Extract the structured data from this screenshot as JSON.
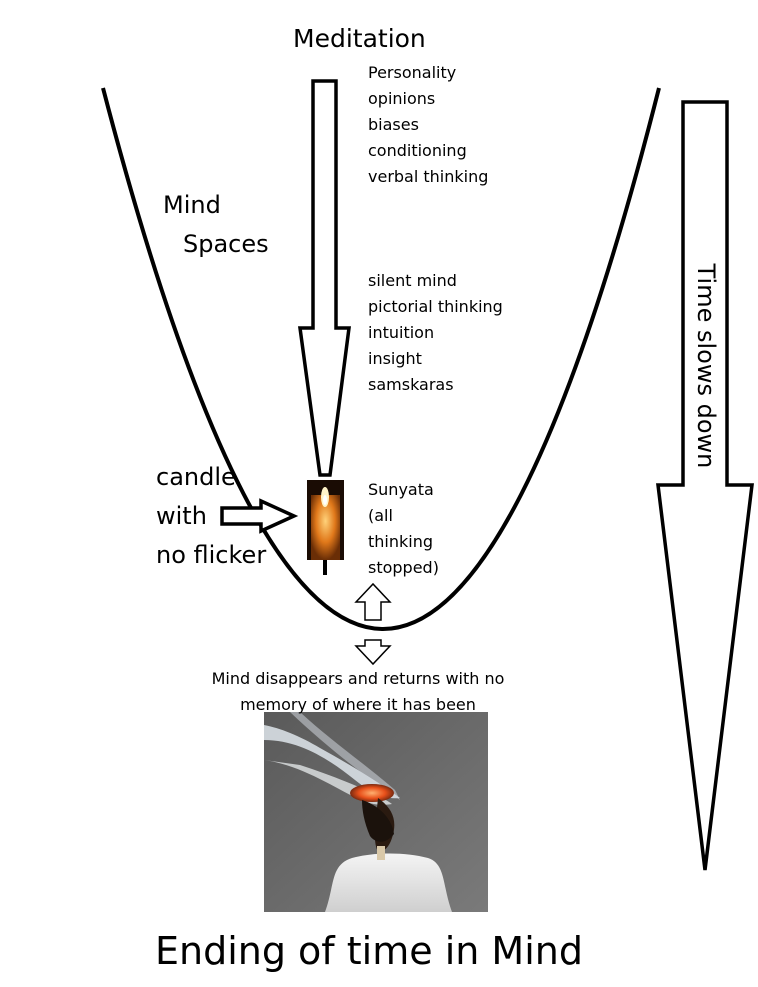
{
  "header": {
    "title": "Meditation"
  },
  "stages": {
    "top": [
      "Personality",
      "opinions",
      "biases",
      "conditioning",
      "verbal thinking"
    ],
    "middle": [
      "silent mind",
      "pictorial thinking",
      "intuition",
      "insight",
      "samskaras"
    ],
    "bottom": [
      "Sunyata",
      "(all",
      "thinking",
      "stopped)"
    ]
  },
  "labels": {
    "mind_line1": "Mind",
    "mind_line2": "Spaces",
    "candle_lines": [
      "candle",
      "with",
      "no flicker"
    ],
    "disappears": "Mind disappears and returns with no memory of where it has been",
    "time": "Time slows down"
  },
  "footer": {
    "title": "Ending of time in Mind"
  },
  "colors": {
    "stroke": "#000000",
    "flame": "#ffcc44",
    "candle_body": "#e07a1a",
    "smoke_bg": "#6e6e6e",
    "wax": "#ececec"
  }
}
